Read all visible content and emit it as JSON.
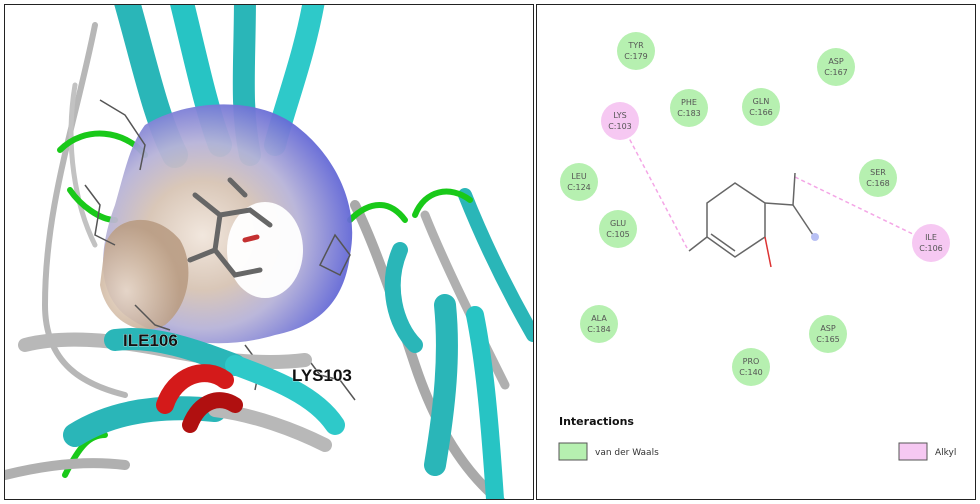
{
  "structure_view": {
    "labels": [
      "ILE106",
      "LYS103"
    ]
  },
  "interaction_map": {
    "residues": [
      {
        "id": "tyr-179",
        "name": "TYR",
        "number": "C:179",
        "type": "vdw"
      },
      {
        "id": "asp-167",
        "name": "ASP",
        "number": "C:167",
        "type": "vdw"
      },
      {
        "id": "lys-103",
        "name": "LYS",
        "number": "C:103",
        "type": "alkyl"
      },
      {
        "id": "phe-183",
        "name": "PHE",
        "number": "C:183",
        "type": "vdw"
      },
      {
        "id": "gln-166",
        "name": "GLN",
        "number": "C:166",
        "type": "vdw"
      },
      {
        "id": "ser-168",
        "name": "SER",
        "number": "C:168",
        "type": "vdw"
      },
      {
        "id": "leu-124",
        "name": "LEU",
        "number": "C:124",
        "type": "vdw"
      },
      {
        "id": "glu-105",
        "name": "GLU",
        "number": "C:105",
        "type": "vdw"
      },
      {
        "id": "ile-106",
        "name": "ILE",
        "number": "C:106",
        "type": "alkyl"
      },
      {
        "id": "ala-184",
        "name": "ALA",
        "number": "C:184",
        "type": "vdw"
      },
      {
        "id": "asp-165",
        "name": "ASP",
        "number": "C:165",
        "type": "vdw"
      },
      {
        "id": "pro-140",
        "name": "PRO",
        "number": "C:140",
        "type": "vdw"
      }
    ],
    "interactions_title": "Interactions",
    "legend": [
      {
        "label": "van der Waals",
        "color": "#b6f0b0"
      },
      {
        "label": "Alkyl",
        "color": "#f6c8f2"
      }
    ]
  }
}
